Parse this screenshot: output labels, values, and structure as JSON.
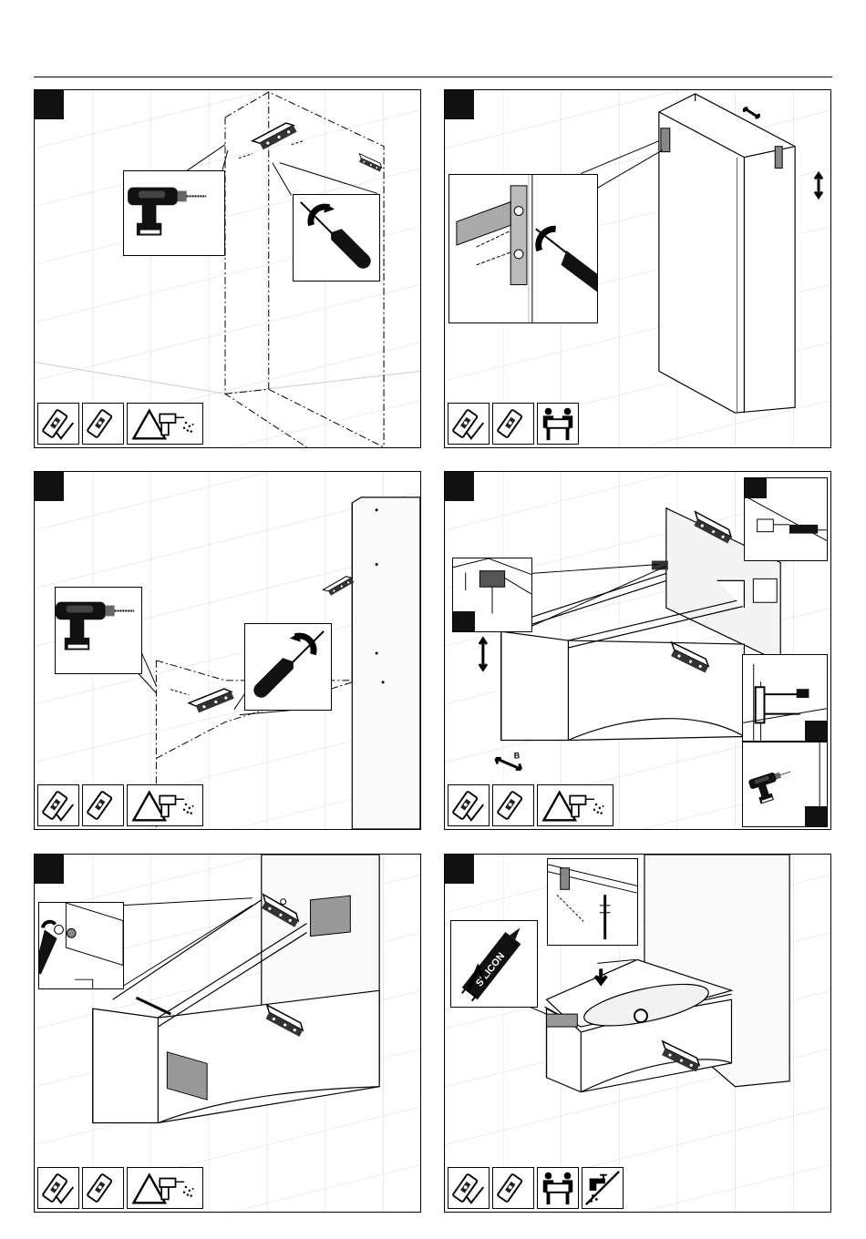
{
  "document": {
    "type": "assembly-instructions",
    "steps": [
      {
        "id": 1,
        "number": "",
        "icons": [
          "level-check-icon",
          "level-icon",
          "drill-warning-icon"
        ]
      },
      {
        "id": 2,
        "number": "",
        "icons": [
          "level-check-icon",
          "level-icon",
          "two-person-lift-icon"
        ]
      },
      {
        "id": 3,
        "number": "",
        "icons": [
          "level-check-icon",
          "level-icon",
          "drill-warning-icon"
        ]
      },
      {
        "id": 4,
        "number": "",
        "icons": [
          "level-check-icon",
          "level-icon",
          "drill-warning-icon"
        ],
        "sub_labels": [
          "",
          "",
          "",
          "",
          "B"
        ]
      },
      {
        "id": 5,
        "number": "",
        "icons": [
          "level-check-icon",
          "level-icon",
          "drill-warning-icon"
        ]
      },
      {
        "id": 6,
        "number": "",
        "icons": [
          "level-check-icon",
          "level-icon",
          "two-person-lift-icon",
          "no-water-icon"
        ],
        "callout": "SILICON"
      }
    ],
    "colors": {
      "ink": "#000000",
      "grid": "#d8d8d8",
      "box": "#111111",
      "metal": "#9a9a9a"
    }
  }
}
